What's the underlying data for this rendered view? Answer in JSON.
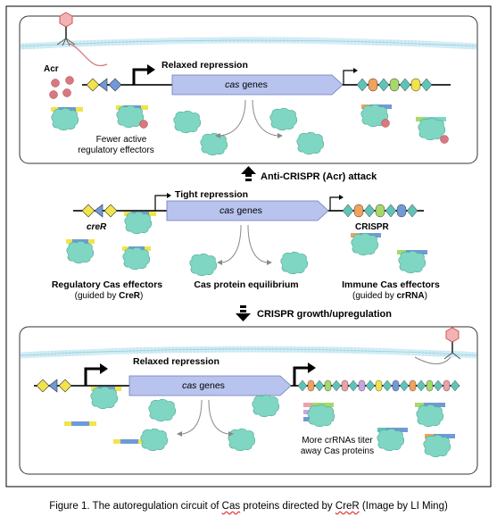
{
  "top_panel": {
    "acr_label": "Acr",
    "promoter_label": "Relaxed repression",
    "operon_label": "cas",
    "operon_suffix": "genes",
    "note_line1": "Fewer active",
    "note_line2": "regulatory effectors"
  },
  "attack_arrow_label": "Anti-CRISPR (Acr) attack",
  "middle_panel": {
    "promoter_label": "Tight repression",
    "operon_label": "cas",
    "operon_suffix": "genes",
    "creR_label": "creR",
    "crispr_label": "CRISPR",
    "reg_label_line1": "Regulatory Cas effectors",
    "reg_label_line2_pre": "(guided by ",
    "reg_label_line2_bold": "CreR",
    "reg_label_line2_post": ")",
    "equilibrium_label": "Cas protein equilibrium",
    "immune_label_line1": "Immune Cas effectors",
    "immune_label_line2_pre": "(guided by ",
    "immune_label_line2_bold": "crRNA",
    "immune_label_line2_post": ")"
  },
  "growth_arrow_label": "CRISPR growth/upregulation",
  "bottom_panel": {
    "promoter_label": "Relaxed repression",
    "operon_label": "cas",
    "operon_suffix": "genes",
    "note_line1": "More crRNAs titer",
    "note_line2": "away Cas proteins"
  },
  "caption": {
    "prefix": "Figure 1. The autoregulation circuit of ",
    "word1": "Cas",
    "middle": " proteins directed by ",
    "word2": "CreR",
    "suffix": " (Image by LI Ming)"
  },
  "colors": {
    "protein": "#7fd6c2",
    "operon": "#b8c4ee",
    "membrane": "#cdebf4",
    "yellow": "#f1e34a",
    "blue": "#6f9ad6",
    "orange": "#f2a15c",
    "green": "#a6d86c",
    "teal": "#5fc3b8",
    "pink": "#e9a2a6",
    "purple": "#c6a6e0",
    "acr": "#d9787f"
  }
}
